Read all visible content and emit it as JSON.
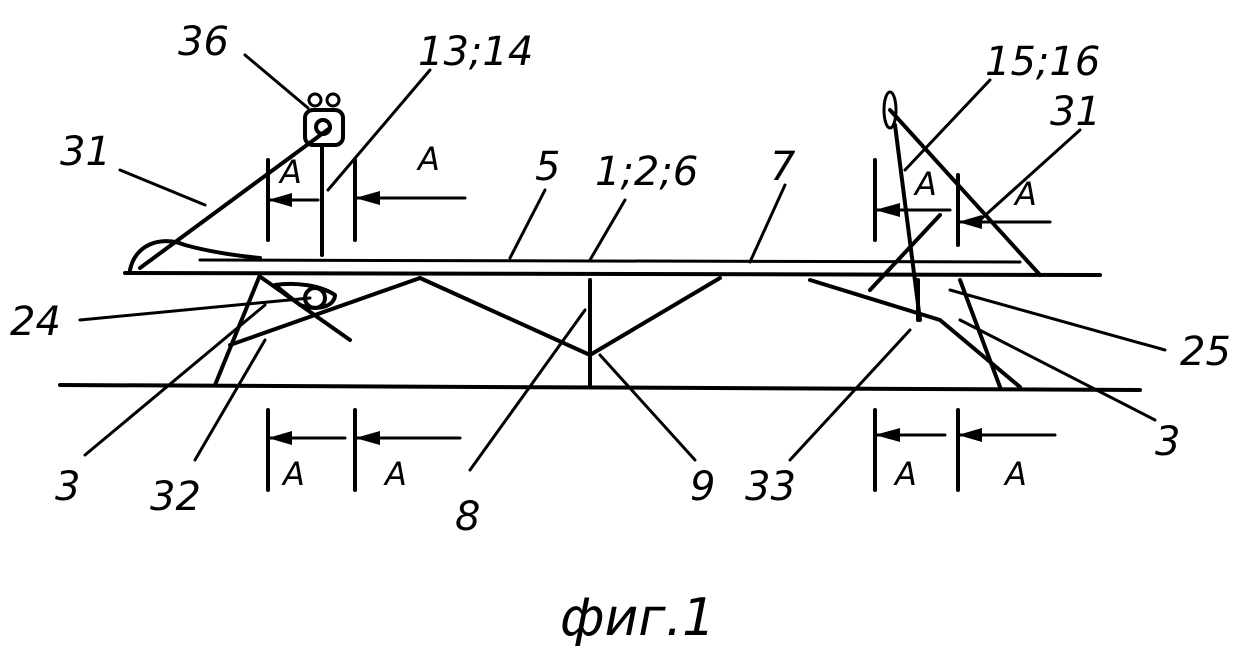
{
  "labels": {
    "l36": "36",
    "l13_14": "13;14",
    "l15_16": "15;16",
    "l31_left": "31",
    "l31_right": "31",
    "l5": "5",
    "l1_2_6": "1;2;6",
    "l7": "7",
    "l24": "24",
    "l25": "25",
    "l3_left": "3",
    "l3_right": "3",
    "l32": "32",
    "l8": "8",
    "l9": "9",
    "l33": "33"
  },
  "section_marks": {
    "a1": "A",
    "a2": "A",
    "a3": "A",
    "a4": "A",
    "a5": "A",
    "a6": "A",
    "a7": "A",
    "a8": "A"
  },
  "caption": "фиг.1"
}
